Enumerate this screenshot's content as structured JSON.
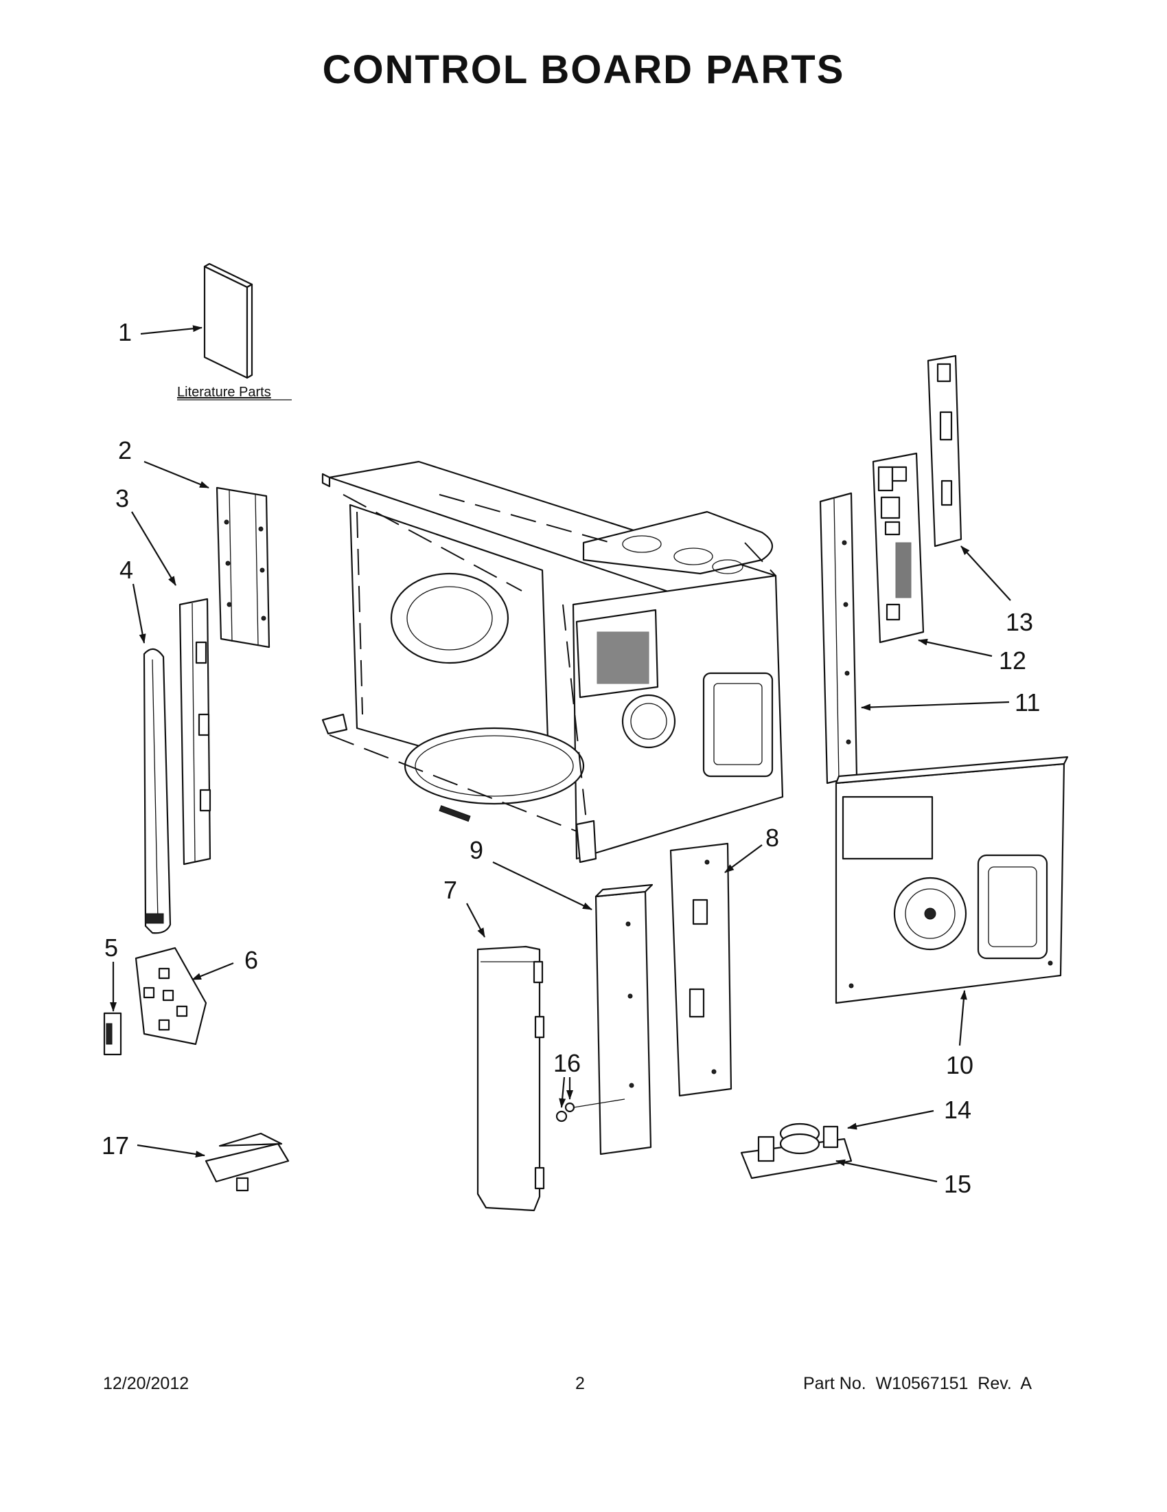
{
  "title": "CONTROL BOARD PARTS",
  "literature_label": "Literature Parts",
  "callouts": [
    "1",
    "2",
    "3",
    "4",
    "5",
    "6",
    "7",
    "8",
    "9",
    "10",
    "11",
    "12",
    "13",
    "14",
    "15",
    "16",
    "17"
  ],
  "footer": {
    "date": "12/20/2012",
    "page": "2",
    "part_no": "Part No.  W10567151  Rev.  A"
  }
}
